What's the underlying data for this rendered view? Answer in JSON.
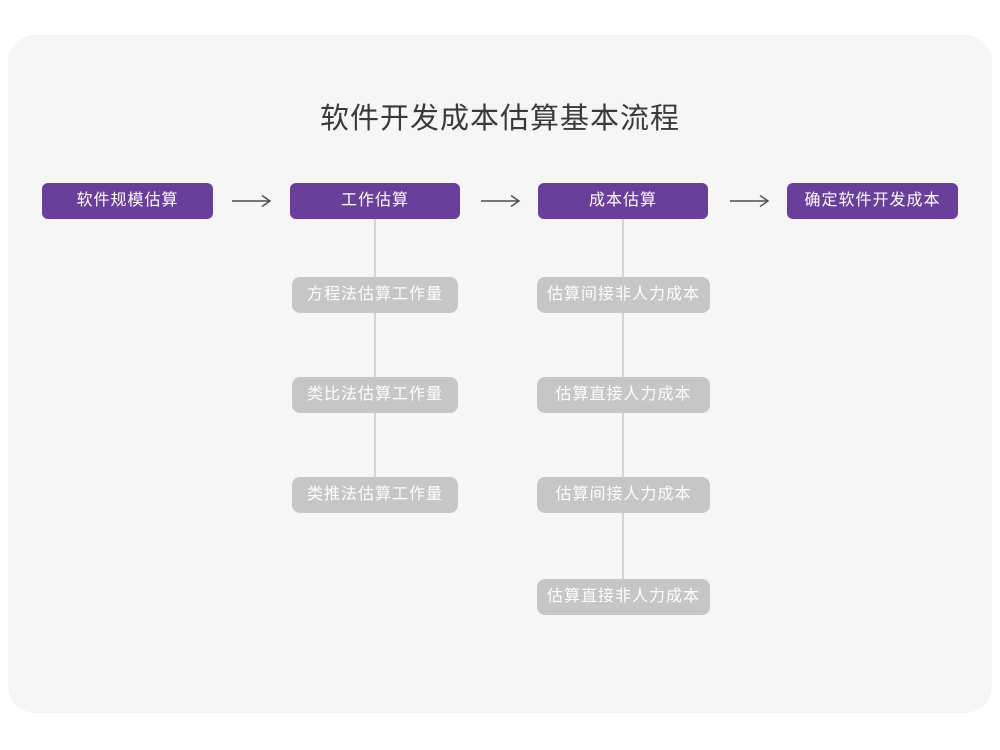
{
  "title": "软件开发成本估算基本流程",
  "flow": {
    "stages": [
      {
        "label": "软件规模估算",
        "substeps": []
      },
      {
        "label": "工作估算",
        "substeps": [
          "方程法估算工作量",
          "类比法估算工作量",
          "类推法估算工作量"
        ]
      },
      {
        "label": "成本估算",
        "substeps": [
          "估算间接非人力成本",
          "估算直接人力成本",
          "估算间接人力成本",
          "估算直接非人力成本"
        ]
      },
      {
        "label": "确定软件开发成本",
        "substeps": []
      }
    ]
  },
  "colors": {
    "page_background": "#ffffff",
    "canvas_background": "#f6f6f7",
    "stage_box": "#6a3e9b",
    "stage_text": "#ffffff",
    "substep_box": "#c6c6c6",
    "substep_text": "#fdfdfd",
    "connector_line": "#d4d4d4",
    "arrow": "#4d4d4d",
    "title_text": "#3a3a3a"
  }
}
